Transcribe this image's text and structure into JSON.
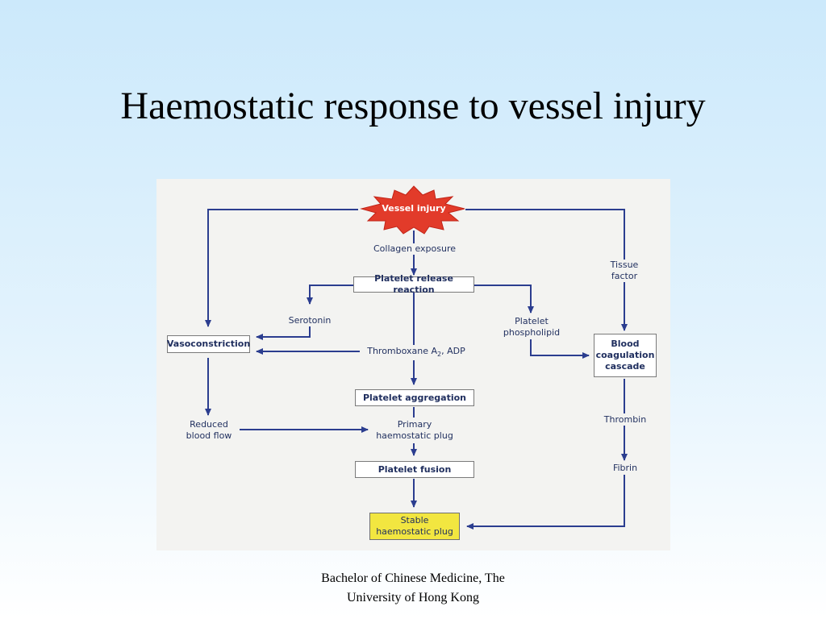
{
  "slide": {
    "title": "Haemostatic response to vessel injury",
    "footer_line1": "Bachelor of Chinese Medicine, The",
    "footer_line2": "University of Hong Kong"
  },
  "diagram": {
    "vessel_injury": "Vessel injury",
    "collagen_exposure": "Collagen exposure",
    "platelet_release_reaction": "Platelet release reaction",
    "serotonin": "Serotonin",
    "platelet_phospholipid": "Platelet\nphospholipid",
    "tissue_factor": "Tissue\nfactor",
    "vasoconstriction": "Vasoconstriction",
    "thromboxane_prefix": "Thromboxane A",
    "thromboxane_sub": "2",
    "thromboxane_suffix": ", ADP",
    "blood_coagulation_cascade": "Blood\ncoagulation\ncascade",
    "platelet_aggregation": "Platelet aggregation",
    "reduced_blood_flow": "Reduced\nblood flow",
    "primary_haemostatic_plug": "Primary\nhaemostatic plug",
    "thrombin": "Thrombin",
    "platelet_fusion": "Platelet fusion",
    "fibrin": "Fibrin",
    "stable_haemostatic_plug": "Stable\nhaemostatic plug"
  },
  "colors": {
    "arrow": "#2b3d8f",
    "burst": "#e23b2a",
    "stable_box": "#f2e640"
  }
}
